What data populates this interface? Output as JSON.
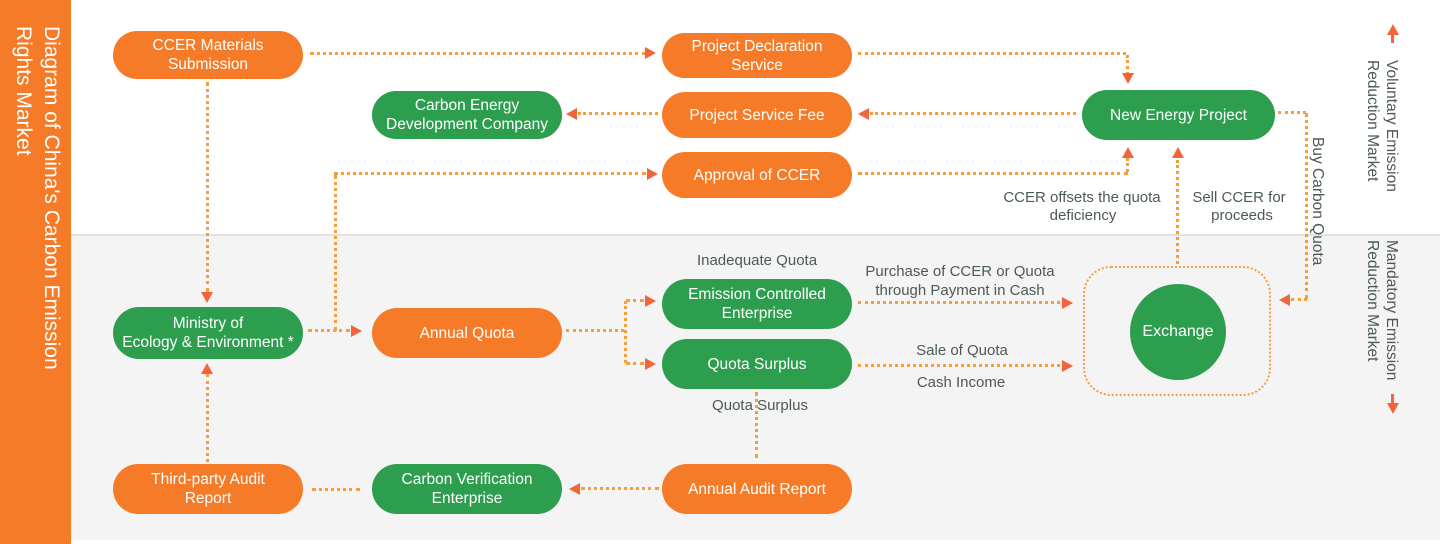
{
  "sidebar": {
    "title_line1": "Diagram of China's Carbon Emission",
    "title_line2": "Rights Market"
  },
  "sections": {
    "voluntary_line1": "Voluntary Emission",
    "voluntary_line2": "Reduction Market",
    "mandatory_line1": "Mandatory Emission",
    "mandatory_line2": "Reduction Market"
  },
  "nodes": {
    "ccer_materials": {
      "lines": [
        "CCER Materials",
        "Submission"
      ]
    },
    "project_declaration": {
      "lines": [
        "Project Declaration",
        "Service"
      ]
    },
    "carbon_energy": {
      "lines": [
        "Carbon Energy",
        "Development Company"
      ]
    },
    "project_service_fee": {
      "lines": [
        "Project Service Fee"
      ]
    },
    "new_energy": {
      "lines": [
        "New Energy Project"
      ]
    },
    "approval_ccer": {
      "lines": [
        "Approval of CCER"
      ]
    },
    "ministry": {
      "lines": [
        "Ministry of",
        "Ecology & Environment *"
      ]
    },
    "annual_quota": {
      "lines": [
        "Annual Quota"
      ]
    },
    "emission_controlled": {
      "lines": [
        "Emission Controlled",
        "Enterprise"
      ]
    },
    "quota_surplus": {
      "lines": [
        "Quota Surplus"
      ]
    },
    "third_party": {
      "lines": [
        "Third-party Audit",
        "Report"
      ]
    },
    "carbon_verification": {
      "lines": [
        "Carbon Verification",
        "Enterprise"
      ]
    },
    "annual_audit": {
      "lines": [
        "Annual Audit Report"
      ]
    },
    "exchange": {
      "lines": [
        "Exchange"
      ]
    }
  },
  "labels": {
    "inadequate_quota": "Inadequate Quota",
    "purchase_line1": "Purchase of CCER or Quota",
    "purchase_line2": "through Payment in Cash",
    "sale_of_quota": "Sale of Quota",
    "cash_income": "Cash Income",
    "quota_surplus": "Quota Surplus",
    "ccer_offsets_line1": "CCER offsets the quota",
    "ccer_offsets_line2": "deficiency",
    "sell_ccer_line1": "Sell CCER for",
    "sell_ccer_line2": "proceeds",
    "buy_carbon_quota": "Buy Carbon Quota"
  },
  "colors": {
    "orange": "#F57B28",
    "green": "#2D9E4E",
    "dotted": "#F49E3C",
    "arrow": "#F2653C",
    "section_gray": "#F4F4F4",
    "text": "#4D5A54"
  }
}
